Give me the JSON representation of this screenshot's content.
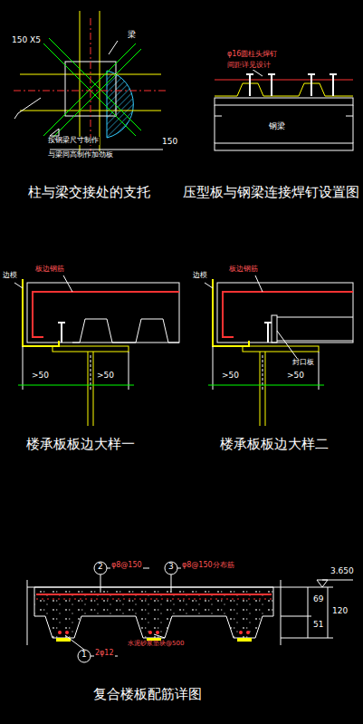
{
  "diagram": {
    "labels": [
      "150 X5",
      "梁",
      "按钢梁尺寸制作",
      "与梁同高制作加劲板",
      "150",
      "柱与梁交接处的支托",
      "φ16圆柱头焊钉",
      "间距详见设计",
      "钢梁",
      "压型板与钢梁连接焊钉设置图",
      "边模",
      "板边钢筋",
      ">50",
      ">50",
      "楼承板板边大样一",
      "边模",
      "板边钢筋",
      "封口板",
      ">50",
      ">50",
      "楼承板板边大样二",
      "2",
      "φ8@150",
      "3",
      "φ8@150分布筋",
      "1",
      "2φ12",
      "水泥砂浆垫块@500",
      "3.650",
      "69",
      "51",
      "120",
      "复合楼板配筋详图"
    ]
  }
}
